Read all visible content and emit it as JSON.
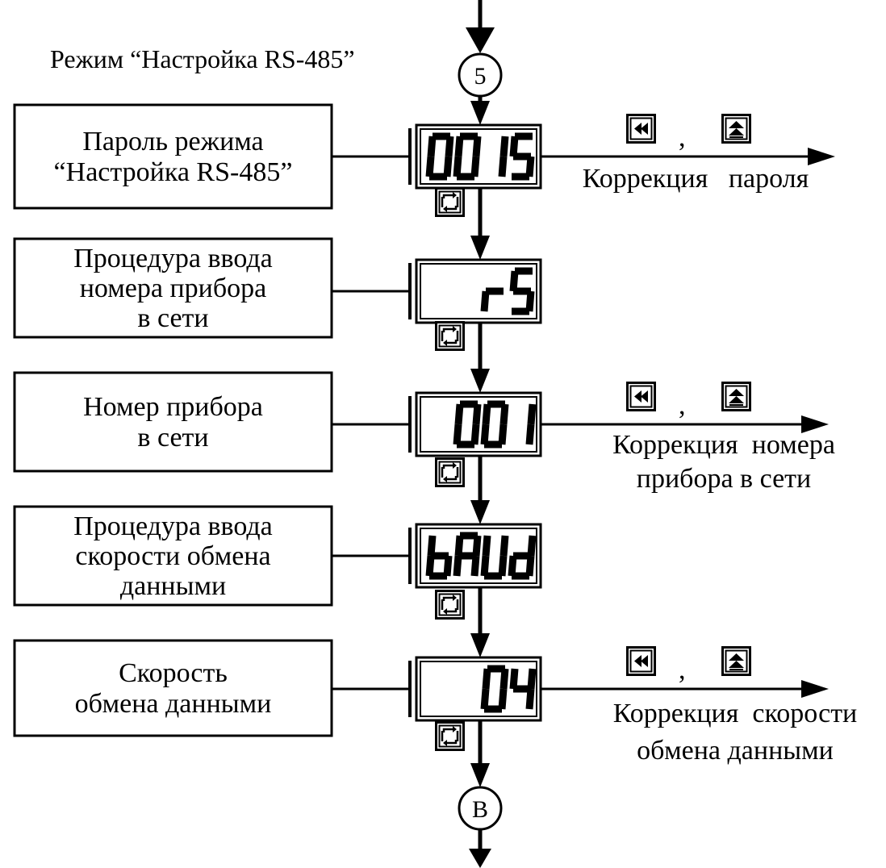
{
  "mode_title": "Режим “Настройка RS-485”",
  "connectors": {
    "top": "5",
    "bottom": "B"
  },
  "steps": [
    {
      "box_lines": [
        "Пароль режима",
        "“Настройка RS-485”"
      ],
      "display": "0015",
      "correction": {
        "lines": [
          "Коррекция   пароля"
        ],
        "keys": [
          "rewind-key-icon",
          "up-key-icon"
        ],
        "separator": ","
      }
    },
    {
      "box_lines": [
        "Процедура ввода",
        "номера прибора",
        "в сети"
      ],
      "display": "rS",
      "correction": null
    },
    {
      "box_lines": [
        "Номер прибора",
        "в сети"
      ],
      "display": "001",
      "correction": {
        "lines": [
          "Коррекция  номера",
          "прибора в сети"
        ],
        "keys": [
          "rewind-key-icon",
          "up-key-icon"
        ],
        "separator": ","
      }
    },
    {
      "box_lines": [
        "Процедура ввода",
        "скорости обмена",
        "данными"
      ],
      "display": "bAUd",
      "correction": null
    },
    {
      "box_lines": [
        "Скорость",
        "обмена данными"
      ],
      "display": "04",
      "correction": {
        "lines": [
          "Коррекция  скорости",
          "обмена данными"
        ],
        "keys": [
          "rewind-key-icon",
          "up-key-icon"
        ],
        "separator": ","
      }
    }
  ],
  "transition_key": "cycle-key-icon"
}
